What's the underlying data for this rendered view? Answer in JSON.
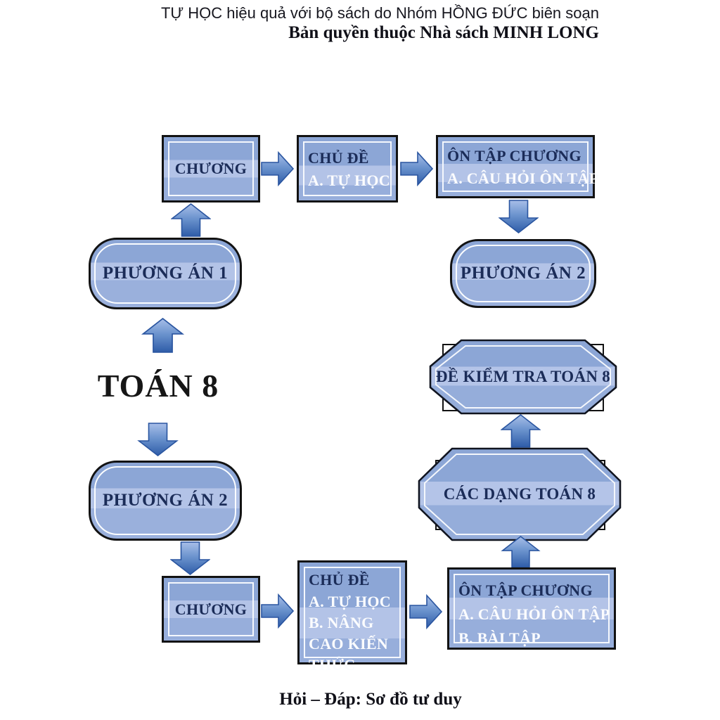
{
  "header": {
    "line1": "TỰ HỌC hiệu quả với bộ sách do Nhóm HỒNG ĐỨC biên soạn",
    "line2": "Bản quyền thuộc Nhà sách MINH LONG"
  },
  "footer": {
    "caption": "Hỏi – Đáp: Sơ đồ tư duy"
  },
  "center": {
    "title": "TOÁN 8"
  },
  "flow_top": {
    "chuong": "CHƯƠNG",
    "chude": {
      "title": "CHỦ ĐỀ",
      "items": [
        "A. TỰ HỌC"
      ]
    },
    "ontap": {
      "title": "ÔN TẬP CHƯƠNG",
      "items": [
        "A. CÂU HỎI ÔN TẬP"
      ]
    }
  },
  "nodes": {
    "phuongan1": "PHƯƠNG ÁN 1",
    "phuongan2_right": "PHƯƠNG ÁN 2",
    "phuongan2_left": "PHƯƠNG ÁN 2",
    "dekiemtra": "ĐỀ KIỂM TRA TOÁN 8",
    "cacdang": "CÁC DẠNG TOÁN 8"
  },
  "flow_bottom": {
    "chuong": "CHƯƠNG",
    "chude": {
      "title": "CHỦ ĐỀ",
      "items": [
        "A. TỰ HỌC",
        "B. NÂNG CAO KIẾN THỨC"
      ]
    },
    "ontap": {
      "title": "ÔN TẬP CHƯƠNG",
      "items": [
        "A. CÂU HỎI ÔN TẬP",
        "B. BÀI TẬP"
      ]
    }
  },
  "colors": {
    "box_fill": "#8CA6D6",
    "box_band": "#B3C3E7",
    "box_border": "#121212",
    "inner_frame": "#F5F8FD",
    "navy_text": "#1B2C58",
    "white_text": "#FBFCFE",
    "arrow_light": "#A8BEE8",
    "arrow_dark": "#2E5CA8",
    "arrow_stroke": "#2A55A0"
  }
}
